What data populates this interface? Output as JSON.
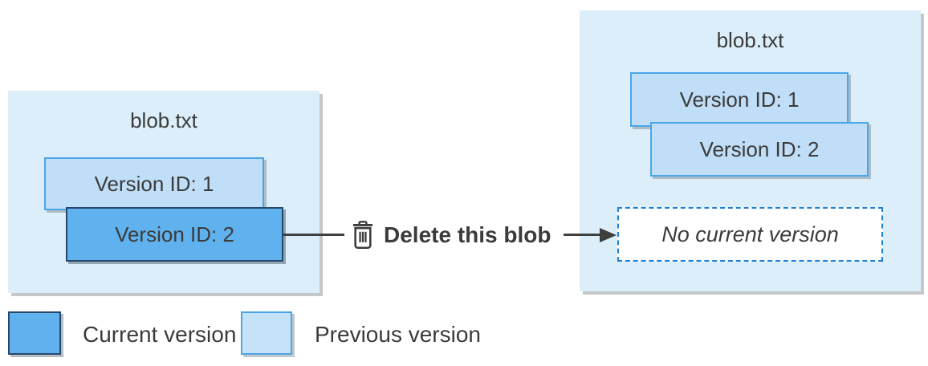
{
  "colors": {
    "container_fill": "#dbeef9",
    "previous_fill": "#c0def7",
    "previous_border": "#4aa6e8",
    "current_fill": "#5fb2ee",
    "current_border": "#25496e",
    "no_current_dashed_border": "#1d7ed5",
    "text": "#3b3b3b",
    "arrow": "#3f3f3f"
  },
  "left_blob": {
    "title": "blob.txt",
    "versions": [
      {
        "label": "Version ID: 1",
        "state": "previous"
      },
      {
        "label": "Version ID: 2",
        "state": "current"
      }
    ]
  },
  "action": {
    "icon": "trash-icon",
    "label": "Delete this blob"
  },
  "right_blob": {
    "title": "blob.txt",
    "versions": [
      {
        "label": "Version ID: 1",
        "state": "previous"
      },
      {
        "label": "Version ID: 2",
        "state": "previous"
      }
    ],
    "no_current_label": "No current version"
  },
  "legend": {
    "items": [
      {
        "label": "Current version",
        "state": "current"
      },
      {
        "label": "Previous version",
        "state": "previous"
      }
    ]
  }
}
